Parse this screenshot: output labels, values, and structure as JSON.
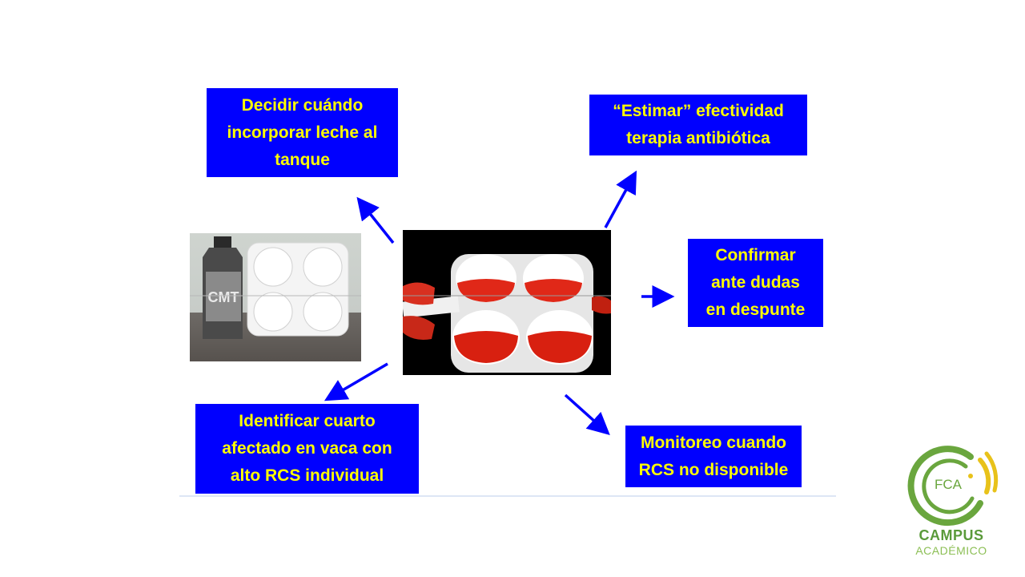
{
  "boxes": {
    "decidir": [
      "Decidir cuándo",
      "incorporar leche al",
      "tanque"
    ],
    "estimar": [
      "“Estimar” efectividad",
      "terapia antibiótica"
    ],
    "confirmar": [
      "Confirmar",
      "ante dudas",
      "en despunte"
    ],
    "identificar": [
      "Identificar cuarto",
      "afectado en vaca con",
      "alto RCS individual"
    ],
    "monitoreo": [
      "Monitoreo cuando",
      "RCS no disponible"
    ]
  },
  "photo_left": {
    "bottle_label": "CMT"
  },
  "logo": {
    "inner": "FCA",
    "line1": "CAMPUS",
    "line2": "ACADÉMICO"
  },
  "colors": {
    "box_bg": "#0000ff",
    "box_text": "#ffff00",
    "arrow": "#0000ff",
    "logo_green": "#5a9a3a",
    "logo_yellow": "#e8c21a"
  }
}
